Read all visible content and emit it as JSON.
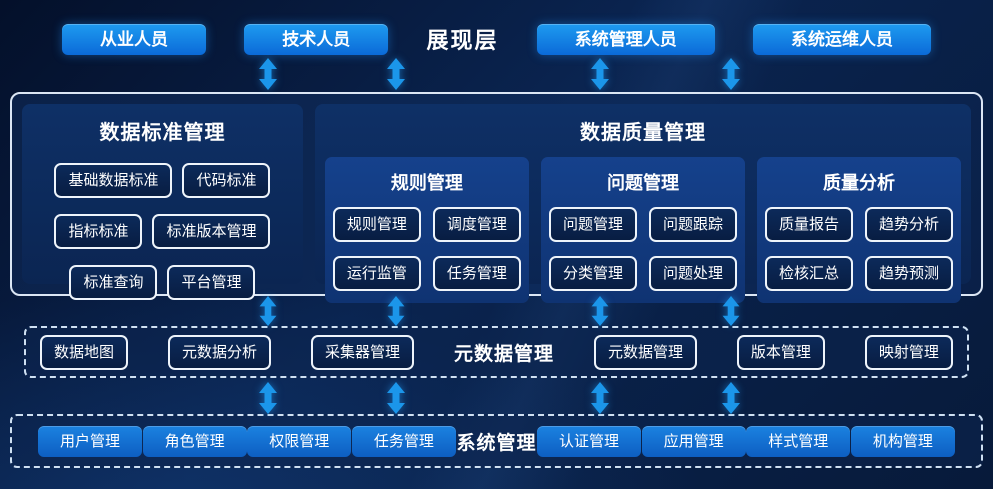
{
  "presentation": {
    "title": "展现层",
    "left_buttons": [
      "从业人员",
      "技术人员"
    ],
    "right_buttons": [
      "系统管理人员",
      "系统运维人员"
    ]
  },
  "standards": {
    "title": "数据标准管理",
    "items": [
      "基础数据标准",
      "代码标准",
      "指标标准",
      "标准版本管理",
      "标准查询",
      "平台管理"
    ]
  },
  "quality": {
    "title": "数据质量管理",
    "groups": [
      {
        "title": "规则管理",
        "items": [
          "规则管理",
          "调度管理",
          "运行监管",
          "任务管理"
        ]
      },
      {
        "title": "问题管理",
        "items": [
          "问题管理",
          "问题跟踪",
          "分类管理",
          "问题处理"
        ]
      },
      {
        "title": "质量分析",
        "items": [
          "质量报告",
          "趋势分析",
          "检核汇总",
          "趋势预测"
        ]
      }
    ]
  },
  "metadata": {
    "title": "元数据管理",
    "left_items": [
      "数据地图",
      "元数据分析",
      "采集器管理"
    ],
    "right_items": [
      "元数据管理",
      "版本管理",
      "映射管理"
    ]
  },
  "system": {
    "title": "系统管理",
    "left_items": [
      "用户管理",
      "角色管理",
      "权限管理",
      "任务管理"
    ],
    "right_items": [
      "认证管理",
      "应用管理",
      "样式管理",
      "机构管理"
    ]
  },
  "colors": {
    "button_blue": "#1e9bf0",
    "button_blue_dark": "#0b6ad8",
    "arrow_blue": "#1b96ea",
    "chip_border": "#eef4fb",
    "panel_border": "#dbe6f4",
    "dash_border": "#cfe0f2"
  }
}
